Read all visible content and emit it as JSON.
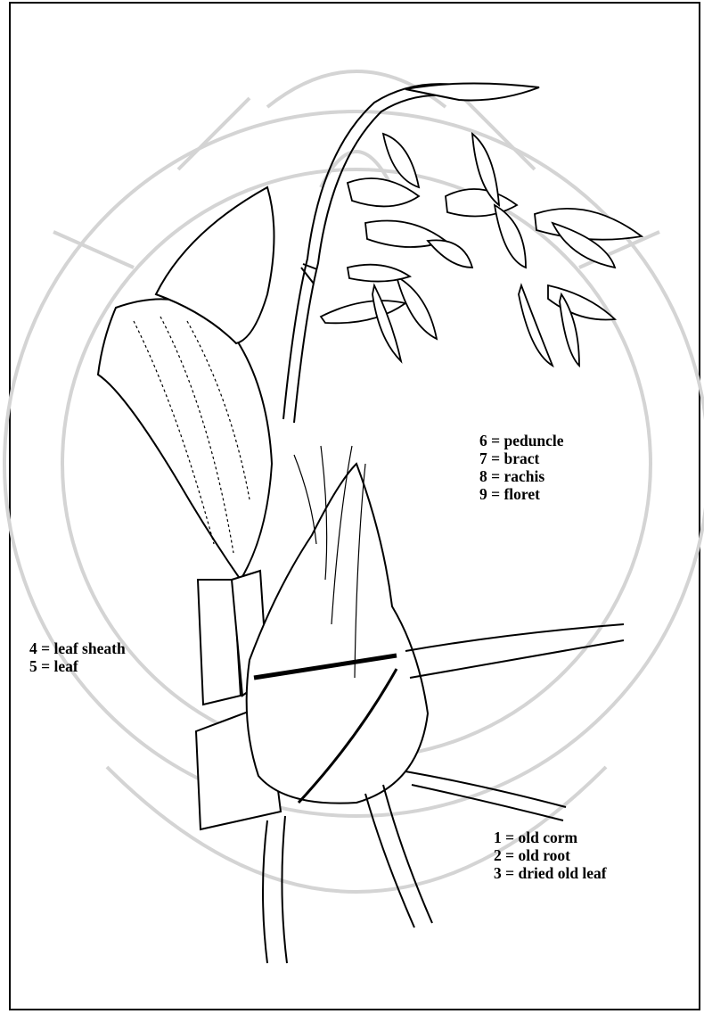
{
  "labels_inflorescence": [
    "6 = peduncle",
    "7 = bract",
    "8 = rachis",
    "9 = floret"
  ],
  "labels_leaf": [
    "4 = leaf sheath",
    "5 = leaf"
  ],
  "labels_base": [
    "1 = old corm",
    "2 = old root",
    "3 = dried old leaf"
  ],
  "colors": {
    "ink": "#000000",
    "watermark": "#c8c8c8",
    "paper": "#ffffff"
  }
}
